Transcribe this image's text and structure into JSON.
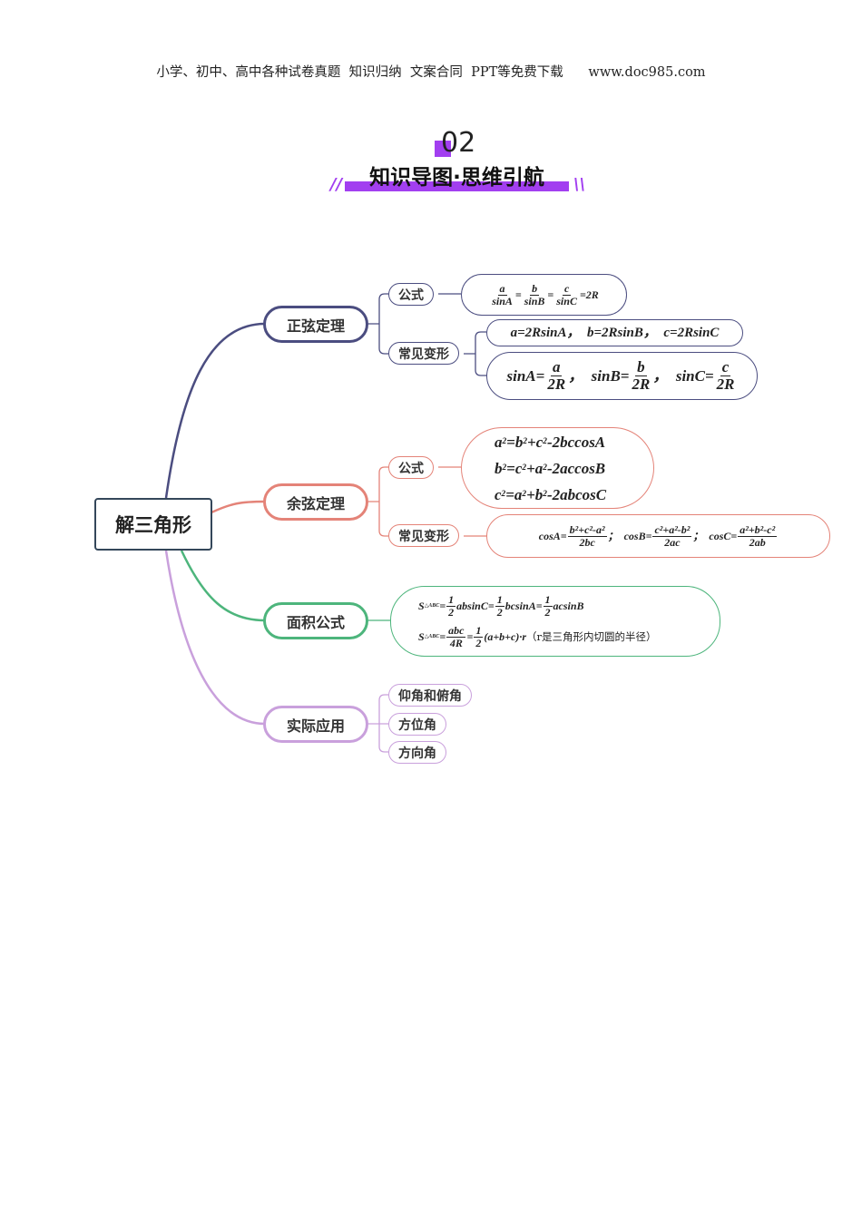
{
  "header": {
    "text": "小学、初中、高中各种试卷真题  知识归纳  文案合同  PPT等免费下载      www.doc985.com",
    "section_number": "02",
    "section_title": "知识导图·思维引航",
    "slash_left": "//",
    "slash_right": "\\\\"
  },
  "colors": {
    "accent": "#a23ff0",
    "sine": "#4b4d80",
    "cosine": "#e48378",
    "area": "#4db57c",
    "practical": "#c9a0dc",
    "root": "#34475a"
  },
  "mindmap": {
    "root": "解三角形",
    "sine": {
      "label": "正弦定理",
      "formula_label": "公式",
      "variant_label": "常见变形",
      "formula": [
        {
          "f": [
            "a",
            "sinA"
          ]
        },
        {
          "t": "="
        },
        {
          "f": [
            "b",
            "sinB"
          ]
        },
        {
          "t": "="
        },
        {
          "f": [
            "c",
            "sinC"
          ]
        },
        {
          "t": "=2R"
        }
      ],
      "variant1": [
        {
          "t": "a=2RsinA，  b=2RsinB，  c=2RsinC"
        }
      ],
      "variant2": [
        {
          "t": "sinA="
        },
        {
          "f": [
            "a",
            "2R"
          ]
        },
        {
          "t": "，  sinB="
        },
        {
          "f": [
            "b",
            "2R"
          ]
        },
        {
          "t": "，  sinC="
        },
        {
          "f": [
            "c",
            "2R"
          ]
        }
      ]
    },
    "cosine": {
      "label": "余弦定理",
      "formula_label": "公式",
      "variant_label": "常见变形",
      "formula_lines": [
        [
          {
            "t": "a"
          },
          {
            "sup": "2"
          },
          {
            "t": "=b"
          },
          {
            "sup": "2"
          },
          {
            "t": "+c"
          },
          {
            "sup": "2"
          },
          {
            "t": "-2bccosA"
          }
        ],
        [
          {
            "t": "b"
          },
          {
            "sup": "2"
          },
          {
            "t": "=c"
          },
          {
            "sup": "2"
          },
          {
            "t": "+a"
          },
          {
            "sup": "2"
          },
          {
            "t": "-2accosB"
          }
        ],
        [
          {
            "t": "c"
          },
          {
            "sup": "2"
          },
          {
            "t": "=a"
          },
          {
            "sup": "2"
          },
          {
            "t": "+b"
          },
          {
            "sup": "2"
          },
          {
            "t": "-2abcosC"
          }
        ]
      ],
      "variant": [
        {
          "t": "cosA="
        },
        {
          "f": [
            "b²+c²-a²",
            "2bc"
          ]
        },
        {
          "t": "；  cosB="
        },
        {
          "f": [
            "c²+a²-b²",
            "2ac"
          ]
        },
        {
          "t": "；  cosC="
        },
        {
          "f": [
            "a²+b²-c²",
            "2ab"
          ]
        }
      ]
    },
    "area": {
      "label": "面积公式",
      "formula_lines": [
        [
          {
            "t": "S"
          },
          {
            "sub": "△ABC"
          },
          {
            "t": "="
          },
          {
            "f": [
              "1",
              "2"
            ]
          },
          {
            "t": "absinC="
          },
          {
            "f": [
              "1",
              "2"
            ]
          },
          {
            "t": "bcsinA="
          },
          {
            "f": [
              "1",
              "2"
            ]
          },
          {
            "t": "acsinB"
          }
        ],
        [
          {
            "t": "S"
          },
          {
            "sub": "△ABC"
          },
          {
            "t": "="
          },
          {
            "f": [
              "abc",
              "4R"
            ]
          },
          {
            "t": "="
          },
          {
            "f": [
              "1",
              "2"
            ]
          },
          {
            "t": "(a+b+c)·r"
          },
          {
            "cn": "（r是三角形内切圆的半径）"
          }
        ]
      ]
    },
    "practical": {
      "label": "实际应用",
      "items": [
        "仰角和俯角",
        "方位角",
        "方向角"
      ]
    }
  }
}
